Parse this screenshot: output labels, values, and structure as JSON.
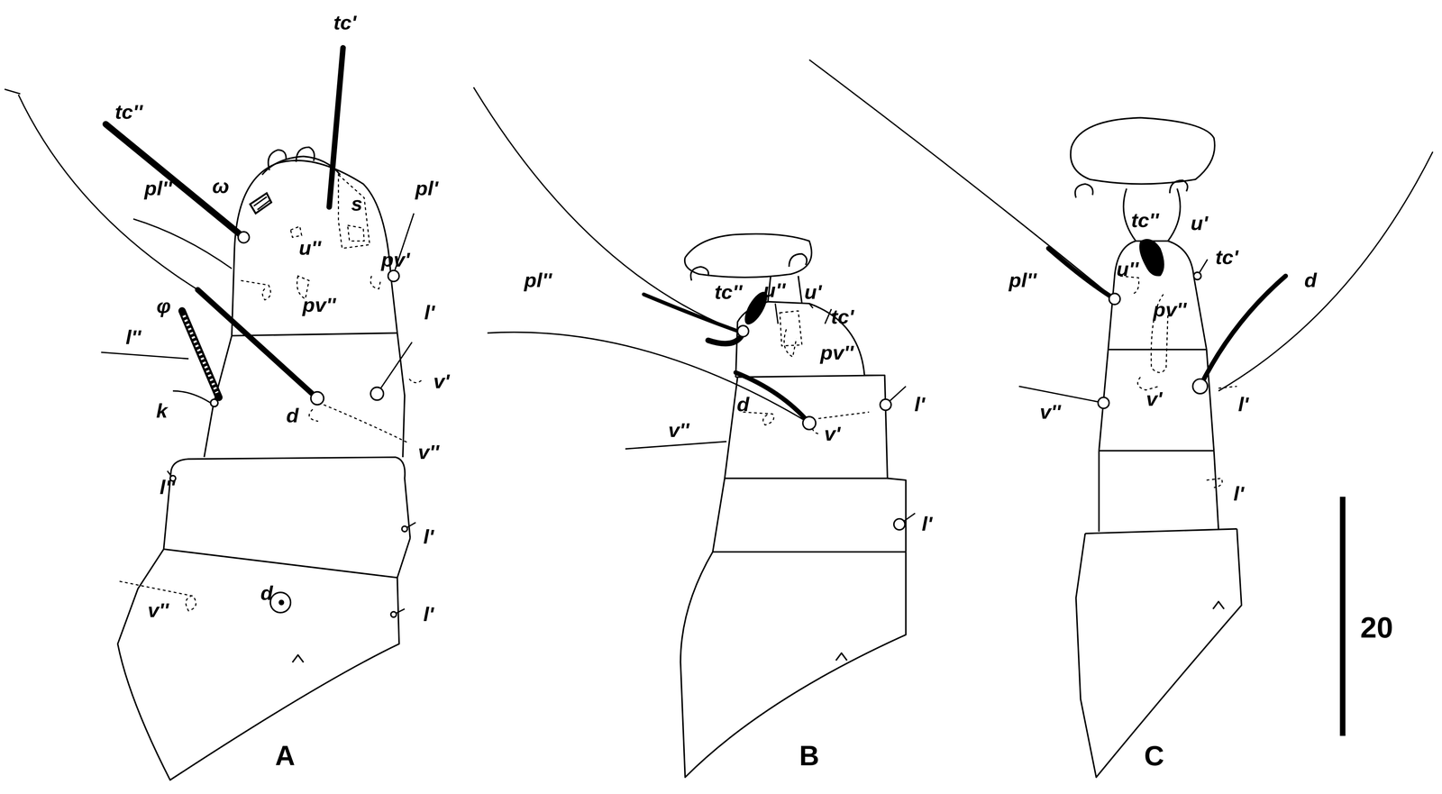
{
  "diagram": {
    "labels": [
      "tc'",
      "tc''",
      "pl''",
      "ω",
      "s",
      "pl'",
      "u''",
      "pv'",
      "pv''",
      "l'",
      "φ",
      "l''",
      "k",
      "d",
      "v'",
      "v''",
      "l''",
      "l'",
      "v''",
      "d",
      "l'",
      "A",
      "pl''",
      "u''",
      "u'",
      "tc''",
      "tc'",
      "pv''",
      "d",
      "l'",
      "v''",
      "v'",
      "l'",
      "B",
      "tc''",
      "u'",
      "pl''",
      "u''",
      "tc'",
      "pv''",
      "d",
      "v''",
      "v'",
      "l'",
      "l'",
      "C",
      "20"
    ]
  }
}
